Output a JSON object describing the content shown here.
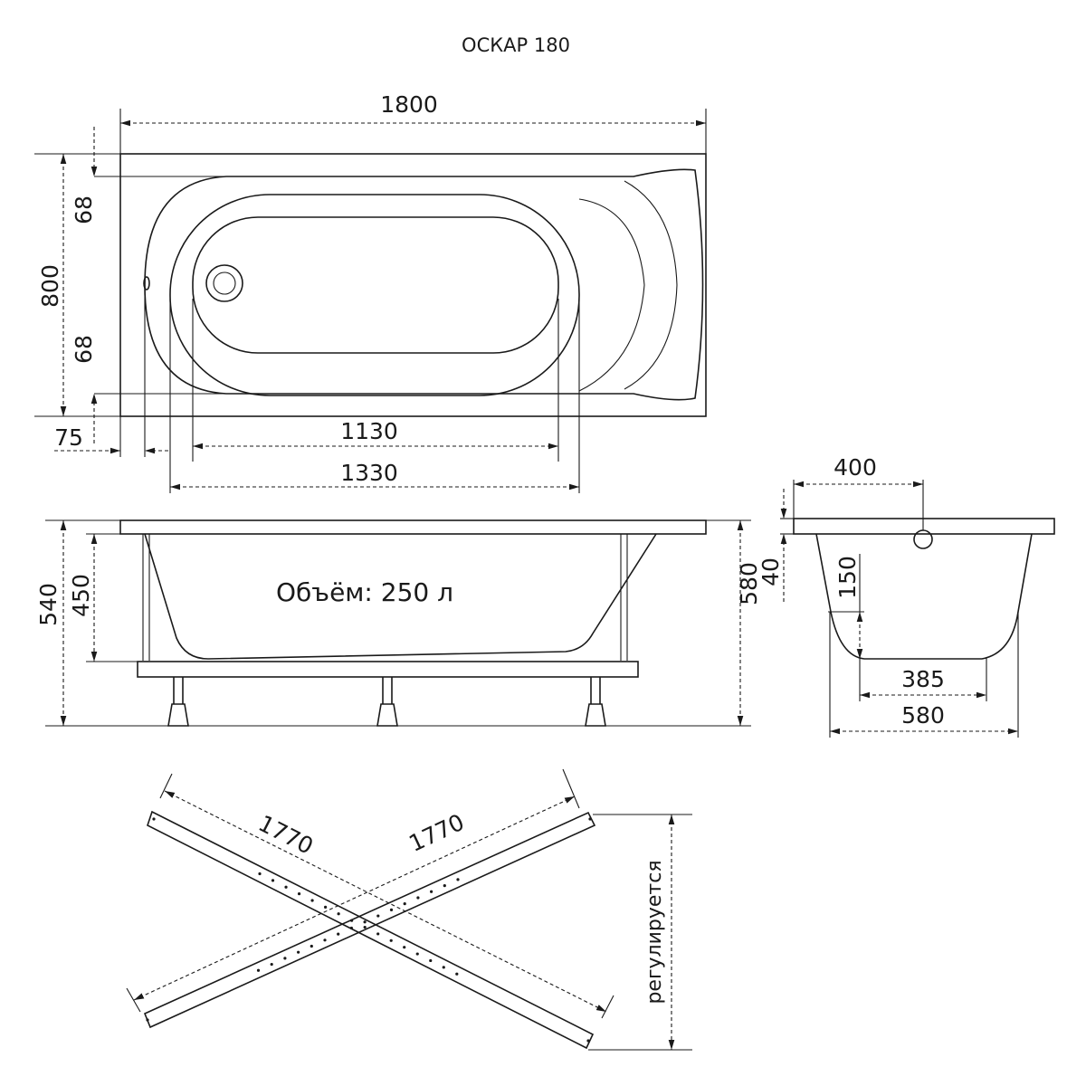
{
  "title": "ОСКАР 180",
  "top_view": {
    "length": "1800",
    "width": "800",
    "rim_top": "68",
    "rim_bottom": "68",
    "offset_left": "75",
    "inner_bottom_length": "1130",
    "inner_top_length": "1330"
  },
  "side_view": {
    "volume_label": "Объём: 250 л",
    "total_height": "540",
    "depth": "450",
    "height_right": "580"
  },
  "end_view": {
    "overflow_offset": "400",
    "rim_thickness": "40",
    "bottom_height": "150",
    "bottom_width": "385",
    "base_width": "580"
  },
  "frame": {
    "bar1_length": "1770",
    "bar2_length": "1770",
    "adjustable_label": "регулируется"
  }
}
